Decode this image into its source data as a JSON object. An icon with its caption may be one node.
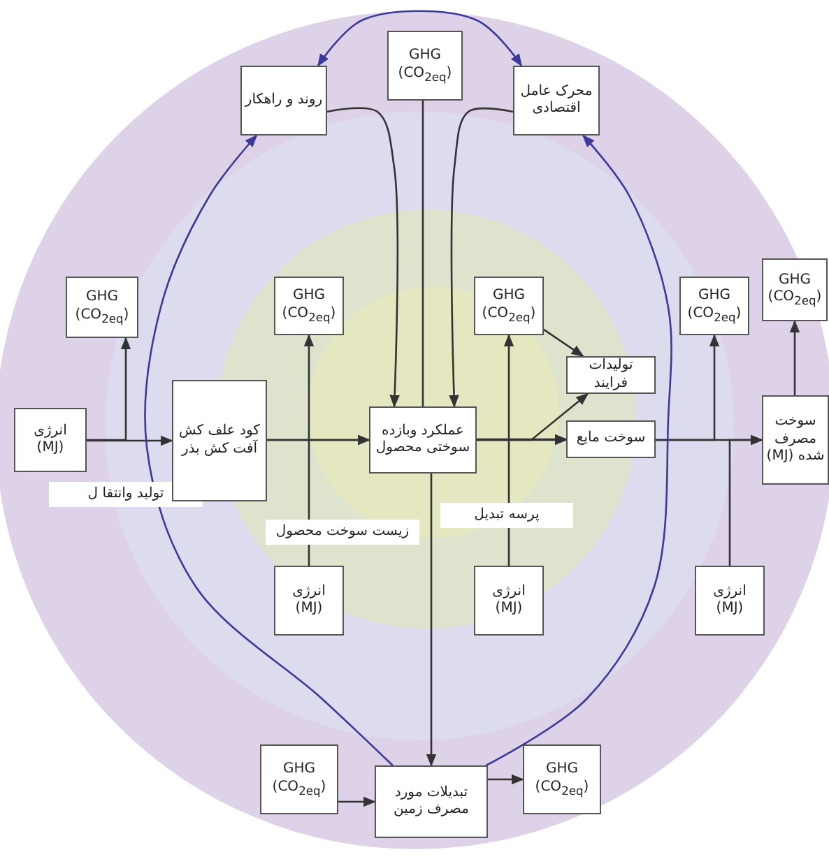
{
  "diagram": {
    "nodes": [
      {
        "text": [
          "GHG (CO$_{2eq}$)"
        ]
      },
      {
        "text": [
          "روند و راهکار"
        ]
      },
      {
        "text": [
          "محرک عامل اقتصادی"
        ]
      },
      {
        "text": [
          "GHG (CO$_{2eq}$)"
        ]
      },
      {
        "text": [
          "انرژی (MJ)"
        ]
      },
      {
        "text": [
          "کود علف کش آفت کش بذر"
        ]
      },
      {
        "text": [
          "GHG (CO$_{2eq}$)"
        ]
      },
      {
        "text": [
          "عملکرد وبازده سوختی محصول"
        ]
      },
      {
        "text": [
          "GHG (CO$_{2eq}$)"
        ]
      },
      {
        "text": [
          "تولیدات فرایند"
        ]
      },
      {
        "text": [
          "سوخت مایع"
        ]
      },
      {
        "text": [
          "GHG (CO$_{2eq}$)"
        ]
      },
      {
        "text": [
          "GHG (CO$_{2eq}$)"
        ]
      },
      {
        "text": [
          "سوخت مصرف شده (MJ)"
        ]
      },
      {
        "text": [
          "انرژی (MJ)"
        ]
      },
      {
        "text": [
          "انرژی (MJ)"
        ]
      },
      {
        "text": [
          "انرژی (MJ)"
        ]
      },
      {
        "text": [
          "GHG (CO$_{2eq}$)"
        ]
      },
      {
        "text": [
          "تبدیلات مورد مصرف زمین"
        ]
      },
      {
        "text": [
          "GHG (CO$_{2eq}$)"
        ]
      }
    ],
    "edges": [
      {
        "from": 4,
        "to": 5,
        "arrow": "to"
      },
      {
        "from": 4,
        "to": 3,
        "arrow": "to"
      },
      {
        "from": 5,
        "to": 7,
        "arrow": "to"
      },
      {
        "from": 5,
        "to": 6,
        "arrow": "to"
      },
      {
        "from": 14,
        "to": 7,
        "arrow": "to"
      },
      {
        "from": 7,
        "to": 10,
        "arrow": "to"
      },
      {
        "from": 7,
        "to": 8,
        "arrow": "to"
      },
      {
        "from": 15,
        "to": 10,
        "arrow": "to"
      },
      {
        "from": 7,
        "to": 9,
        "arrow": "to"
      },
      {
        "from": 8,
        "to": 9,
        "arrow": "to"
      },
      {
        "from": 10,
        "to": 13,
        "arrow": "to"
      },
      {
        "from": 10,
        "to": 11,
        "arrow": "to"
      },
      {
        "from": 16,
        "to": 13,
        "arrow": "to"
      },
      {
        "from": 13,
        "to": 12,
        "arrow": "to"
      },
      {
        "from": 1,
        "to": 7,
        "arrow": "to"
      },
      {
        "from": 0,
        "to": 7,
        "arrow": "none"
      },
      {
        "from": 2,
        "to": 7,
        "arrow": "to"
      },
      {
        "from": 1,
        "to": 2,
        "arrow": "both",
        "color": "#3a3a9a"
      },
      {
        "from": 18,
        "to": 1,
        "arrow": "to",
        "color": "#3a3a9a"
      },
      {
        "from": 18,
        "to": 2,
        "arrow": "to",
        "color": "#3a3a9a"
      },
      {
        "from": 7,
        "to": 18,
        "arrow": "to"
      },
      {
        "from": 17,
        "to": 18,
        "arrow": "to"
      },
      {
        "from": 18,
        "to": 19,
        "arrow": "to"
      }
    ],
    "labels": [
      "تولید وانتقا ل",
      "زیست سوخت محصول",
      "پرسه تبدیل"
    ]
  }
}
